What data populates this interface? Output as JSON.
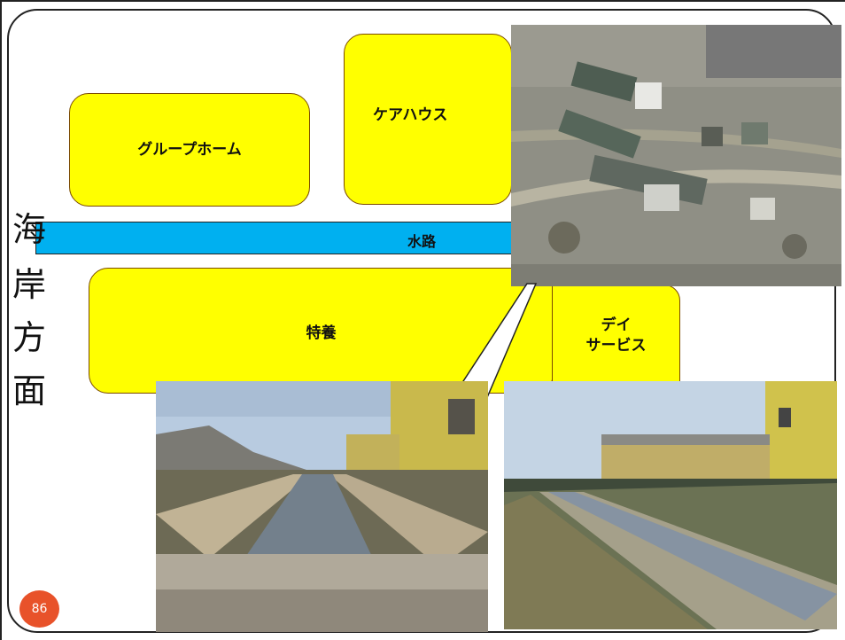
{
  "slide": {
    "page_number": "86",
    "side_label_chars": [
      "海",
      "岸",
      "方",
      "面"
    ],
    "boxes": {
      "group_home": "グループホーム",
      "care_house": "ケアハウス",
      "special_nursing": "特養",
      "day_service_line1": "デイ",
      "day_service_line2": "サービス"
    },
    "channel_label": "水路"
  },
  "colors": {
    "box_fill": "#ffff00",
    "channel_fill": "#00b0f0",
    "page_badge": "#e8522a"
  }
}
